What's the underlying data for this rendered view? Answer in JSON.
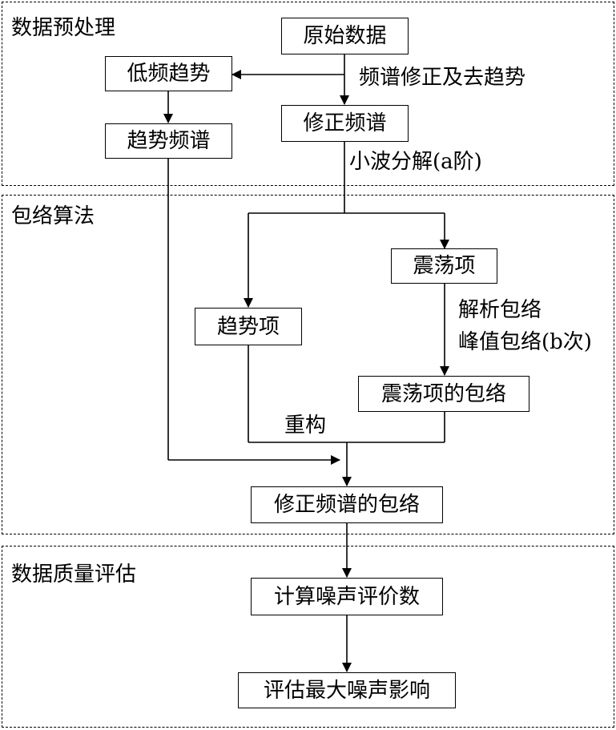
{
  "sections": {
    "preprocess": "数据预处理",
    "envelope": "包络算法",
    "quality": "数据质量评估"
  },
  "nodes": {
    "raw_data": "原始数据",
    "low_freq_trend": "低频趋势",
    "corrected_spectrum": "修正频谱",
    "trend_spectrum": "趋势频谱",
    "oscillation_term": "震荡项",
    "trend_term": "趋势项",
    "oscillation_envelope": "震荡项的包络",
    "corrected_spectrum_envelope": "修正频谱的包络",
    "compute_noise_index": "计算噪声评价数",
    "evaluate_max_noise": "评估最大噪声影响"
  },
  "edge_labels": {
    "spectrum_correction": "频谱修正及去趋势",
    "wavelet": "小波分解(a阶)",
    "analytic_envelope": "解析包络",
    "peak_envelope": "峰值包络(b次)",
    "reconstruct": "重构"
  }
}
